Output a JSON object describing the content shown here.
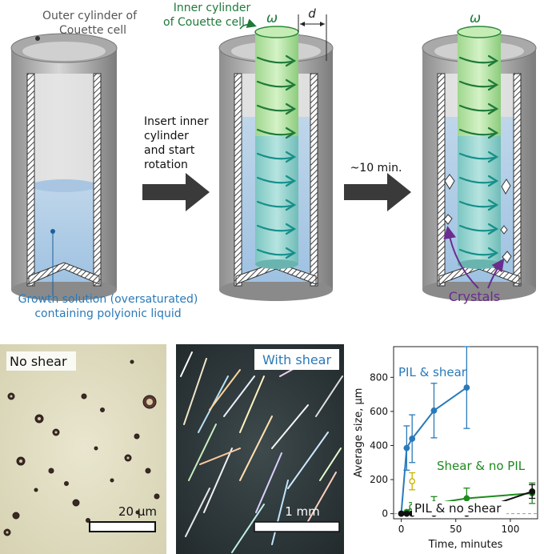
{
  "top": {
    "outer_label": [
      "Outer cylinder of",
      "Couette cell"
    ],
    "inner_label": [
      "Inner cylinder",
      "of Couette cell"
    ],
    "omega": "ω",
    "gap": "d",
    "step1": [
      "Insert inner",
      "cylinder",
      "and start",
      "rotation"
    ],
    "step2": "~10 min.",
    "solution_label": [
      "Growth solution (oversaturated)",
      "containing polyionic liquid"
    ],
    "crystals": "Crystals"
  },
  "micro": {
    "no_shear": "No shear",
    "with_shear": "With shear",
    "scale1": "20 µm",
    "scale2": "1 mm"
  },
  "colors": {
    "blue": "#2a7ab9",
    "green": "#1e8a1e",
    "black": "#111111",
    "yellow": "#c8b400",
    "teal": "#1a8f88",
    "purple": "#6a2c8f",
    "cyl_green": "#1e7a3a"
  },
  "chart_data": {
    "type": "line",
    "xlabel": "Time, minutes",
    "ylabel": "Average size, µm",
    "xlim": [
      -7,
      125
    ],
    "ylim": [
      -30,
      980
    ],
    "xticks": [
      0,
      50,
      100
    ],
    "yticks": [
      0,
      200,
      400,
      600,
      800
    ],
    "series": [
      {
        "name": "PIL & shear",
        "color": "#2a7ab9",
        "x": [
          0,
          5,
          10,
          30,
          60
        ],
        "y": [
          0,
          385,
          440,
          605,
          740
        ],
        "err": [
          0,
          130,
          140,
          160,
          240
        ]
      },
      {
        "name": "Shear & no PIL",
        "color": "#1e8a1e",
        "x": [
          0,
          5,
          10,
          30,
          60,
          120
        ],
        "y": [
          0,
          10,
          40,
          60,
          90,
          120
        ],
        "err": [
          0,
          5,
          25,
          40,
          60,
          60
        ]
      },
      {
        "name": "PIL & no shear",
        "color": "#111111",
        "x": [
          0,
          5,
          10,
          30,
          60,
          120
        ],
        "y": [
          0,
          0,
          0,
          0,
          0,
          130
        ],
        "err": [
          0,
          0,
          0,
          0,
          0,
          40
        ]
      },
      {
        "name": "",
        "color": "#c8b400",
        "x": [
          10
        ],
        "y": [
          190
        ],
        "err": [
          50
        ]
      }
    ]
  }
}
